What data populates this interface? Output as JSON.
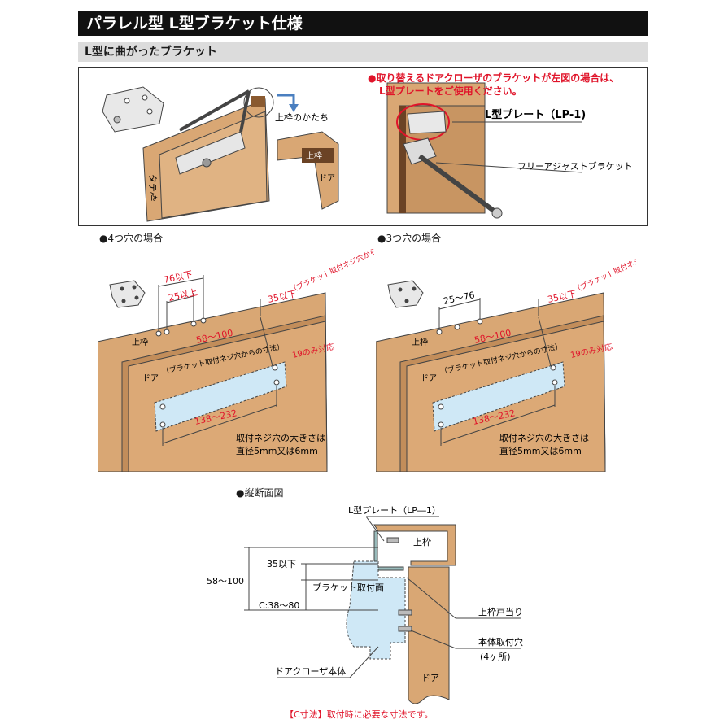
{
  "header": {
    "title": "パラレル型 L型ブラケット仕様",
    "section": "L型に曲がったブラケット"
  },
  "top_panel": {
    "left": {
      "frame_shape_label": "上枠のかたち",
      "upper_frame": "上枠",
      "door": "ドア",
      "vertical_frame": "タテ枠"
    },
    "right": {
      "notice_line1": "●取り替えるドアクローザのブラケットが左図の場合は、",
      "notice_line2": "L型プレートをご使用ください。",
      "plate_label": "L型プレート（LP-1)",
      "free_bracket": "フリーアジャストブラケット"
    }
  },
  "case_four": {
    "caption": "●4つ穴の場合",
    "dim_76": "76以下",
    "dim_25": "25以上",
    "upper_frame": "上枠",
    "dim_35": "35以下",
    "note_bracket": "（ブラケット取付ネジ穴から上枠戸当り下面までの寸法）",
    "dim_58_100": "58～100",
    "dim_from_hole": "（ブラケット取付ネジ穴からの寸法）",
    "door": "ドア",
    "only_19": "19のみ対応",
    "dim_138_232": "138～232",
    "screw_note1": "取付ネジ穴の大きさは",
    "screw_note2": "直径5mm又は6mm"
  },
  "case_three": {
    "caption": "●3つ穴の場合",
    "dim_25_76": "25～76",
    "upper_frame": "上枠",
    "dim_35": "35以下",
    "note_bracket": "（ブラケット取付ネジ穴から上枠戸当り下面までの寸法）",
    "dim_58_100": "58～100",
    "dim_from_hole": "（ブラケット取付ネジ穴からの寸法）",
    "door": "ドア",
    "only_19": "19のみ対応",
    "dim_138_232": "138～232",
    "screw_note1": "取付ネジ穴の大きさは",
    "screw_note2": "直径5mm又は6mm"
  },
  "section_view": {
    "caption": "●縦断面図",
    "plate_label": "L型プレート（LP―1）",
    "upper_frame": "上枠",
    "dim_35": "35以下",
    "dim_58_100": "58～100",
    "bracket_face": "ブラケット取付面",
    "dim_c": "C:38～80",
    "frame_stop": "上枠戸当り",
    "body_holes1": "本体取付穴",
    "body_holes2": "(4ヶ所)",
    "closer_body": "ドアクローザ本体",
    "door": "ドア"
  },
  "footer": "【C寸法】取付時に必要な寸法です。",
  "colors": {
    "wood": "#d9a774",
    "wood_dark": "#b9875a",
    "dim_red": "#e0142a",
    "plate_blue": "#cfe8f6"
  }
}
